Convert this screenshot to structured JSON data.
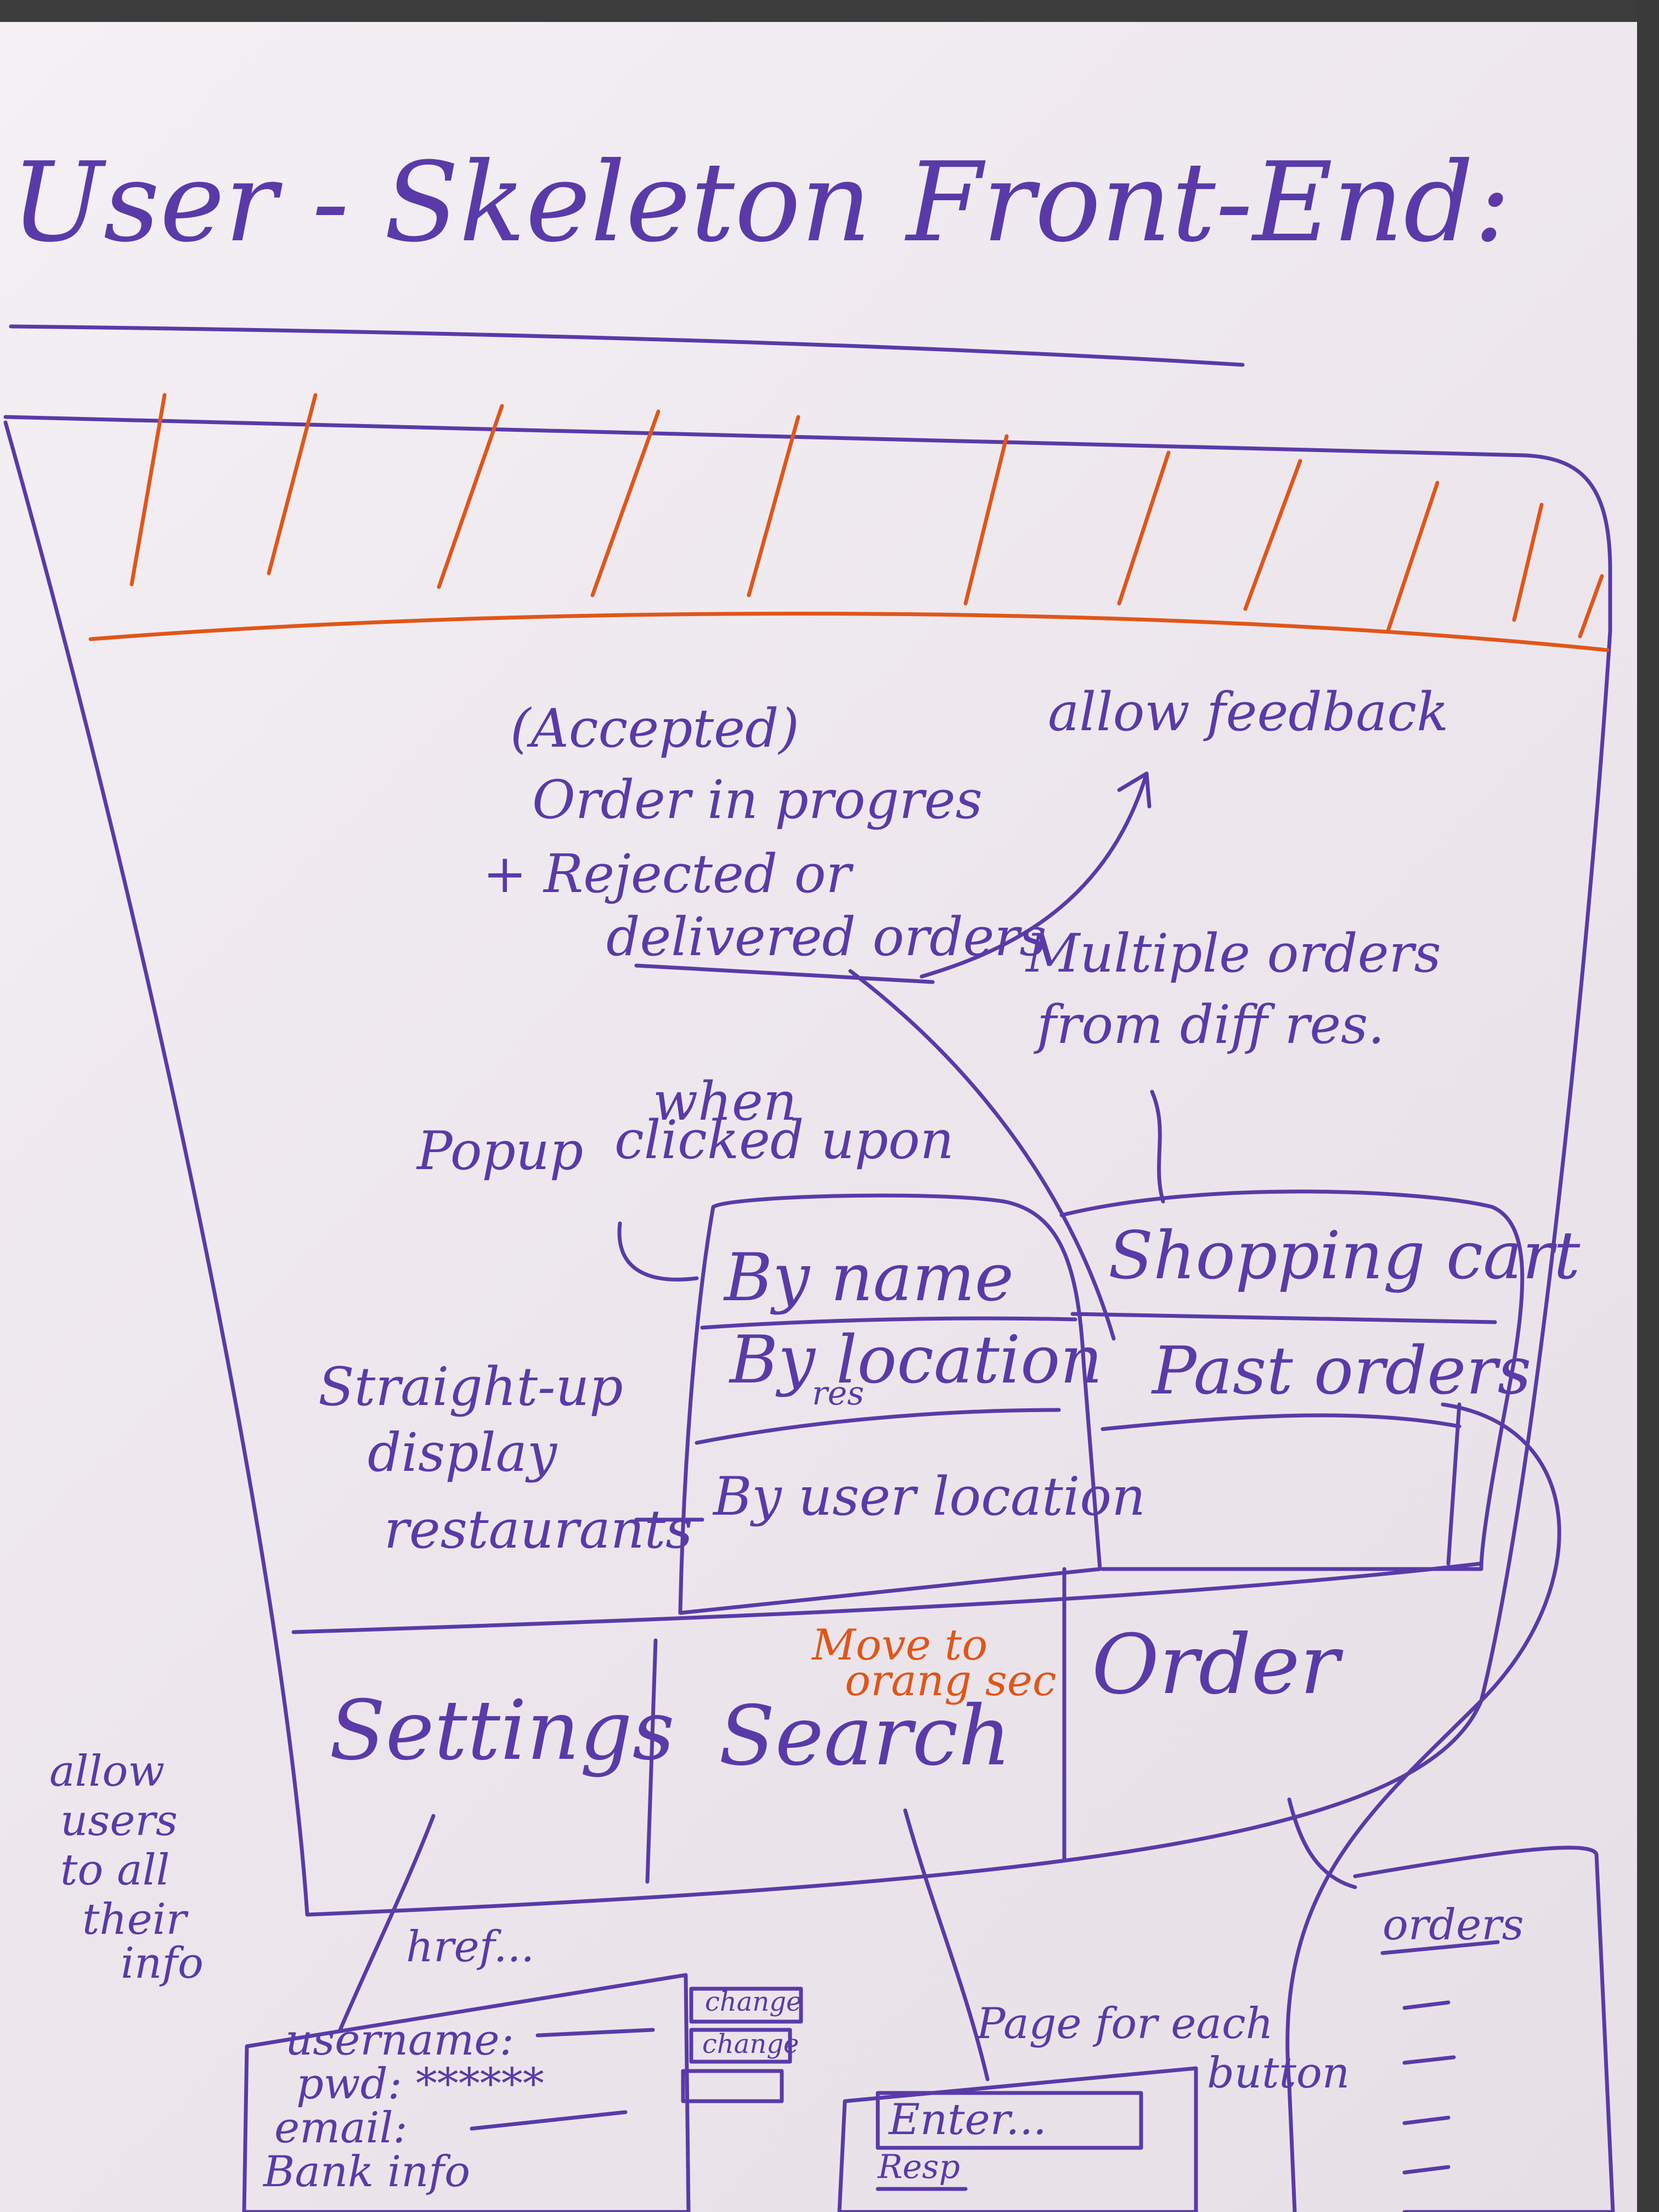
{
  "title": "User - Skeleton Front-End:",
  "colors": {
    "ink_purple": "#5a3aa8",
    "ink_orange": "#e0561a"
  },
  "annotations": {
    "accepted": "(Accepted)",
    "order_in_progress": "Order in progres",
    "rejected": "+ Rejected or",
    "delivered": "delivered orders",
    "allow_feedback": "allow feedback",
    "multiple_orders_1": "Multiple orders",
    "multiple_orders_2": "from diff res.",
    "popup": "Popup",
    "when_clicked_1": "when",
    "when_clicked_2": "clicked upon",
    "straight_up_1": "Straight-up",
    "straight_up_2": "display",
    "straight_up_3": "restaurants",
    "allow_users": [
      "allow",
      "users",
      "to all",
      "their",
      "info"
    ],
    "move_to_1": "Move to",
    "move_to_2": "orang sec",
    "href": "href...",
    "page_for_each_1": "Page for each",
    "page_for_each_2": "button"
  },
  "search_popup": {
    "by_name": "By name",
    "by_location": "By location",
    "by_location_sub": "res",
    "by_user_location": "By user location"
  },
  "cart_panel": {
    "shopping_cart": "Shopping cart",
    "past_orders": "Past orders"
  },
  "bottom_nav": {
    "settings": "Settings",
    "search": "Search",
    "order": "Order"
  },
  "settings_form": {
    "username": "username:",
    "pwd": "pwd: ******",
    "email": "email:",
    "bank": "Bank info",
    "change_1": "change",
    "change_2": "change"
  },
  "search_page": {
    "enter": "Enter...",
    "resp": "Resp"
  },
  "order_page": {
    "orders": "orders"
  }
}
